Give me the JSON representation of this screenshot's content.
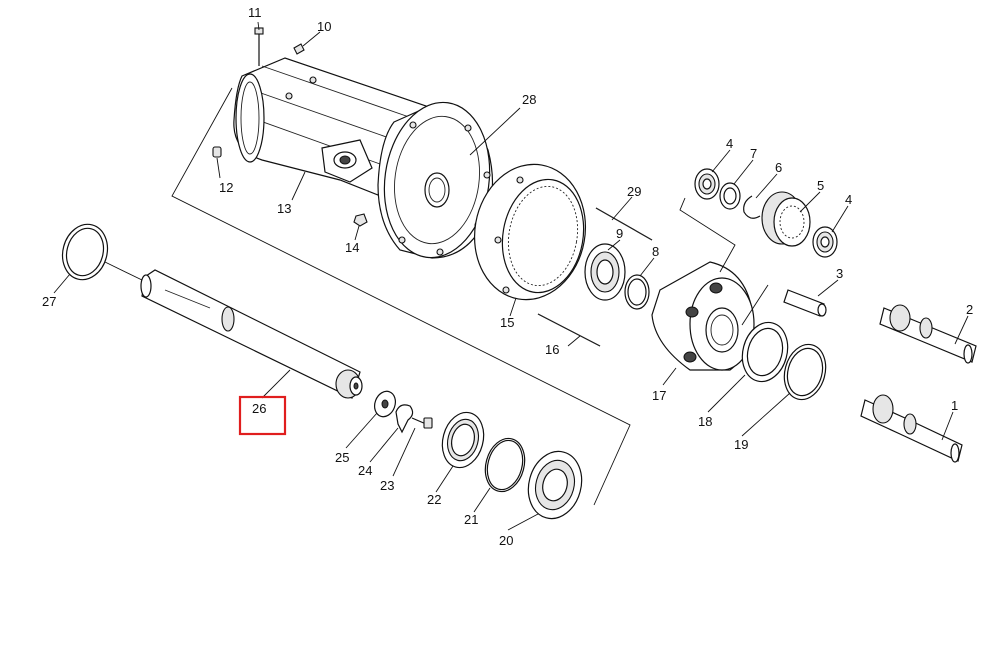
{
  "parts": [
    {
      "id": "1",
      "name": "part-1-shaft"
    },
    {
      "id": "2",
      "name": "part-2-shaft"
    },
    {
      "id": "3",
      "name": "part-3-pin"
    },
    {
      "id": "4",
      "name": "part-4-bearing"
    },
    {
      "id": "5",
      "name": "part-5-gear"
    },
    {
      "id": "6",
      "name": "part-6-circlip"
    },
    {
      "id": "7",
      "name": "part-7-washer"
    },
    {
      "id": "8",
      "name": "part-8-oring"
    },
    {
      "id": "9",
      "name": "part-9-bearing"
    },
    {
      "id": "10",
      "name": "part-10-plug"
    },
    {
      "id": "11",
      "name": "part-11-bolt"
    },
    {
      "id": "12",
      "name": "part-12-plug"
    },
    {
      "id": "13",
      "name": "part-13-housing"
    },
    {
      "id": "14",
      "name": "part-14-nut"
    },
    {
      "id": "15",
      "name": "part-15-ring-gear"
    },
    {
      "id": "16",
      "name": "part-16-stud"
    },
    {
      "id": "17",
      "name": "part-17-carrier"
    },
    {
      "id": "18",
      "name": "part-18-thrust-washer"
    },
    {
      "id": "19",
      "name": "part-19-snap-ring"
    },
    {
      "id": "20",
      "name": "part-20-bearing"
    },
    {
      "id": "21",
      "name": "part-21-oring"
    },
    {
      "id": "22",
      "name": "part-22-seal"
    },
    {
      "id": "23",
      "name": "part-23-bolt"
    },
    {
      "id": "24",
      "name": "part-24-lock-tab"
    },
    {
      "id": "25",
      "name": "part-25-washer"
    },
    {
      "id": "26",
      "name": "part-26-main-shaft"
    },
    {
      "id": "27",
      "name": "part-27-snap-ring"
    },
    {
      "id": "28",
      "name": "part-28-flange"
    },
    {
      "id": "29",
      "name": "part-29-stud"
    }
  ],
  "highlight": {
    "part": "26",
    "color": "#e01e1e"
  }
}
